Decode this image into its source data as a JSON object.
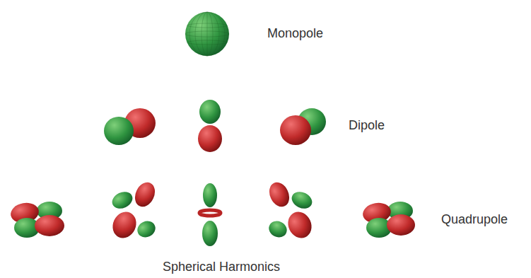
{
  "diagram": {
    "caption": "Spherical Harmonics",
    "labels": [
      "Monopole",
      "Dipole",
      "Quadrupole"
    ]
  }
}
